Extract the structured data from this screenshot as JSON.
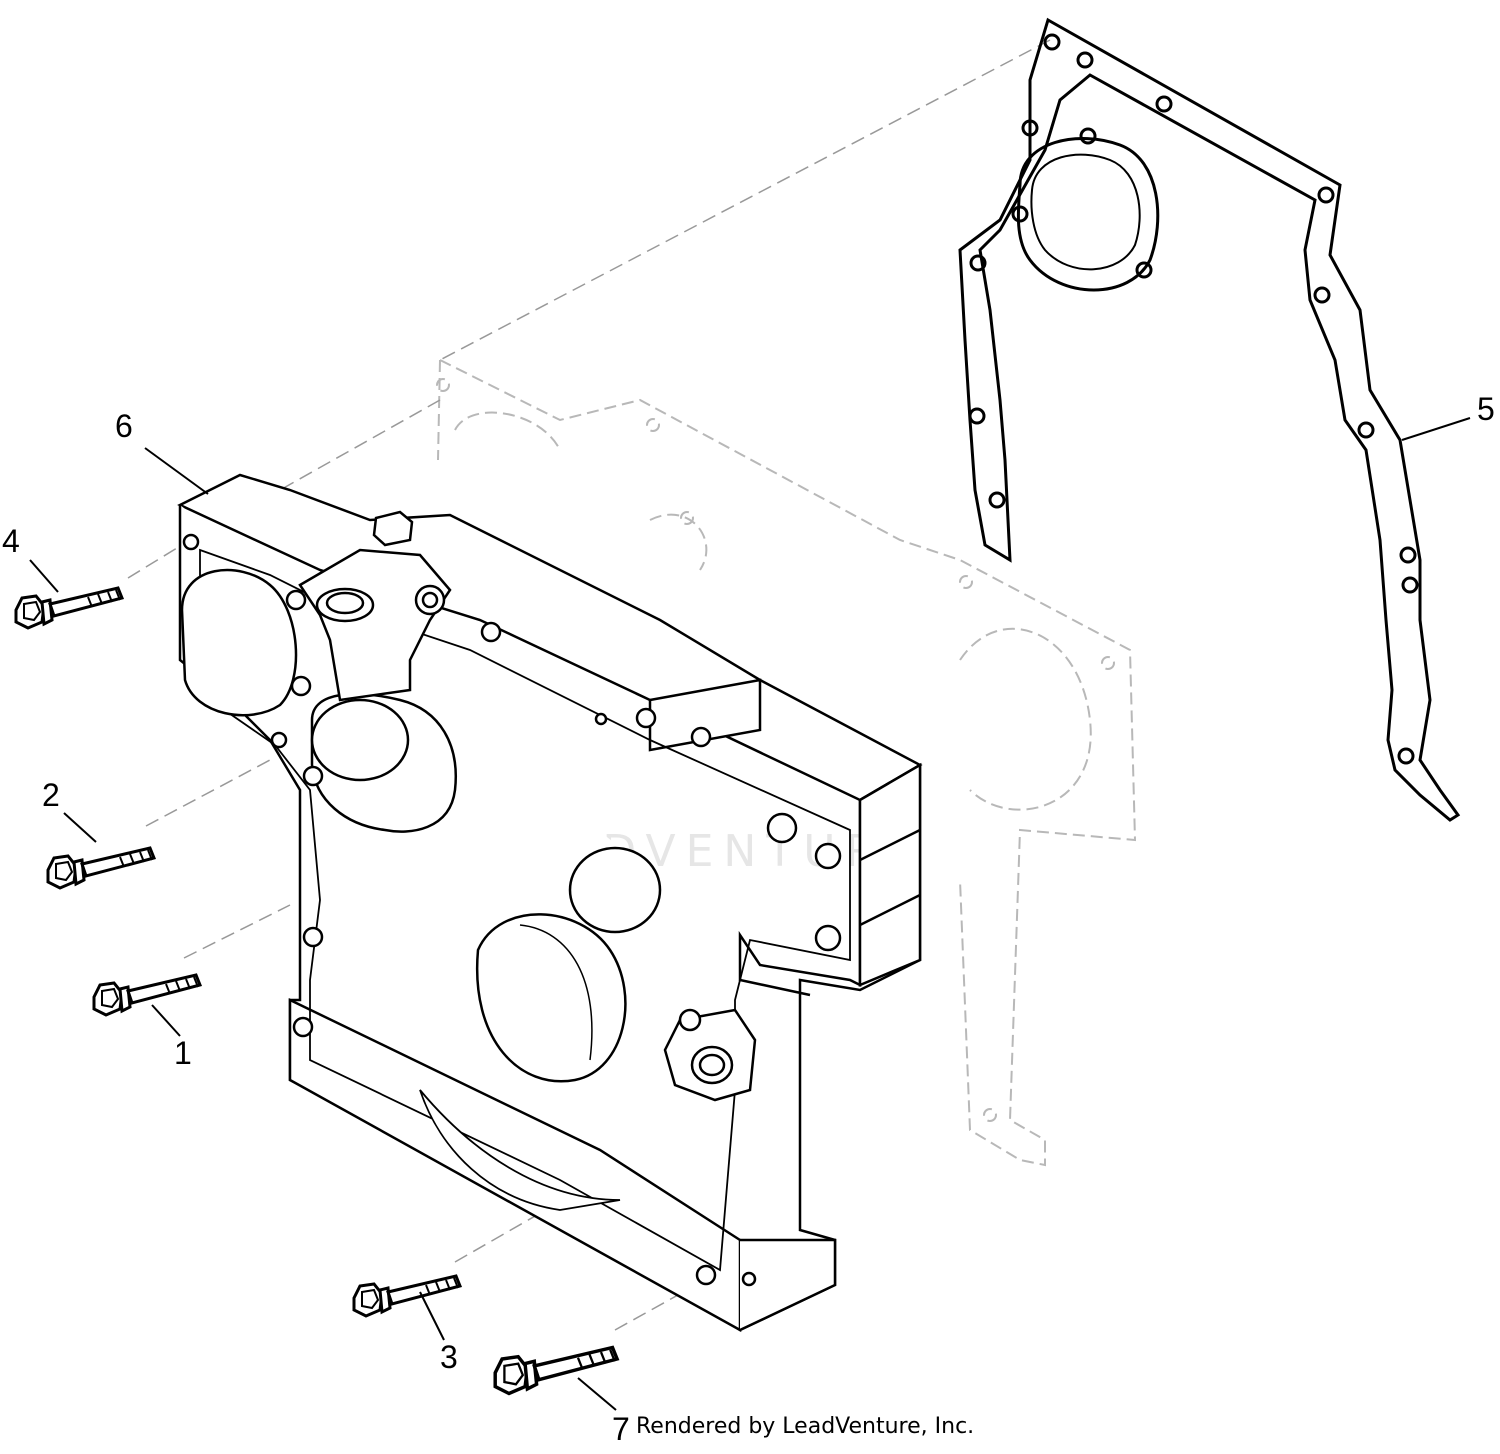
{
  "callouts": {
    "c1": "1",
    "c2": "2",
    "c3": "3",
    "c4": "4",
    "c5": "5",
    "c6": "6",
    "c7": "7"
  },
  "credit": "Rendered by LeadVenture, Inc.",
  "watermark": "LEADVENTURE",
  "colors": {
    "line": "#000000",
    "ghost": "#b8b8b8",
    "watermark": "#e6e6e6"
  }
}
